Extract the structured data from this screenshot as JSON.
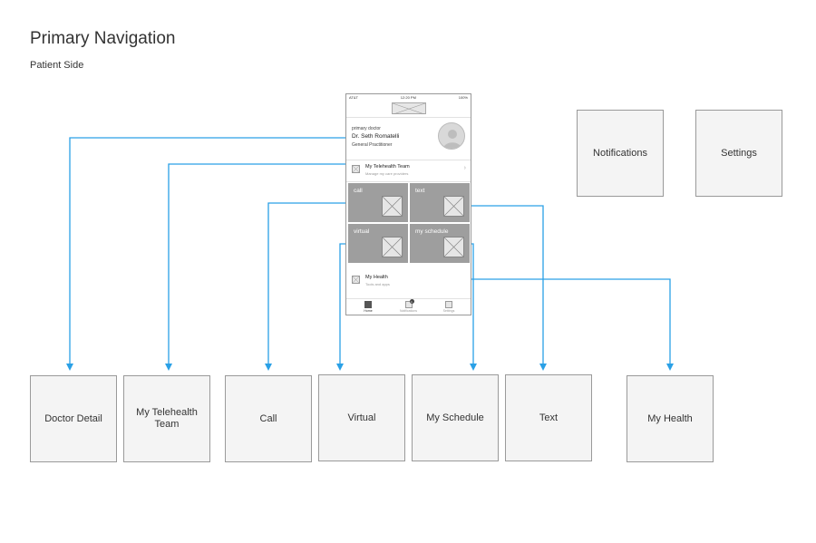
{
  "header": {
    "title": "Primary Navigation",
    "subtitle": "Patient Side"
  },
  "phone": {
    "status": {
      "carrier": "AT&T",
      "time": "12:20 PM",
      "battery": "100%"
    },
    "doctor": {
      "label": "primary doctor",
      "name": "Dr. Seth Romatelli",
      "role": "General Practitioner"
    },
    "team_row": {
      "title": "My Telehealth Team",
      "subtitle": "Manage my care providers"
    },
    "tiles": {
      "call": "call",
      "text": "text",
      "virtual": "virtual",
      "schedule": "my schedule"
    },
    "health_row": {
      "title": "My Health",
      "subtitle": "Tools and apps"
    },
    "tabbar": {
      "home": "Home",
      "notifications": "Notifications",
      "notifications_badge": "1",
      "settings": "Settings"
    }
  },
  "screens": {
    "notifications": "Notifications",
    "settings": "Settings",
    "doctor_detail": "Doctor Detail",
    "telehealth_team": "My Telehealth Team",
    "call": "Call",
    "virtual": "Virtual",
    "my_schedule": "My Schedule",
    "text": "Text",
    "my_health": "My Health"
  },
  "colors": {
    "connector": "#2aa0e6",
    "tile": "#9e9e9e",
    "box_fill": "#f4f4f4",
    "box_border": "#9a9a9a"
  }
}
